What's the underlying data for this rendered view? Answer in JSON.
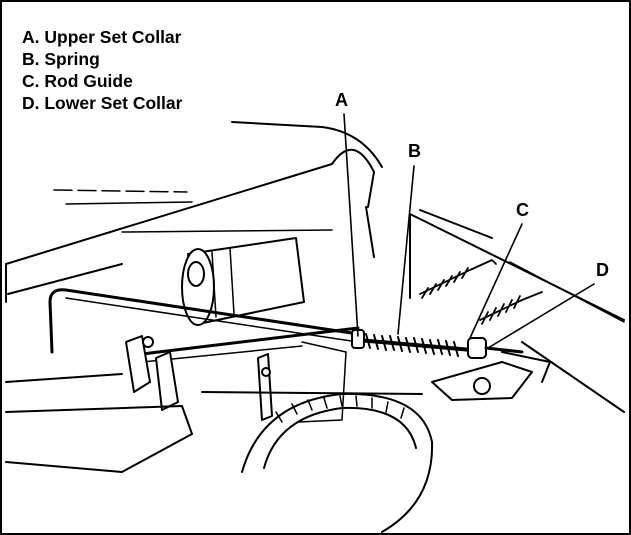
{
  "legend": {
    "items": [
      {
        "key": "A",
        "text": "A. Upper Set Collar"
      },
      {
        "key": "B",
        "text": "B. Spring"
      },
      {
        "key": "C",
        "text": "C. Rod Guide"
      },
      {
        "key": "D",
        "text": "D. Lower Set Collar"
      }
    ]
  },
  "callouts": {
    "a": "A",
    "b": "B",
    "c": "C",
    "d": "D"
  },
  "colors": {
    "ink": "#000000",
    "paper": "#ffffff"
  }
}
